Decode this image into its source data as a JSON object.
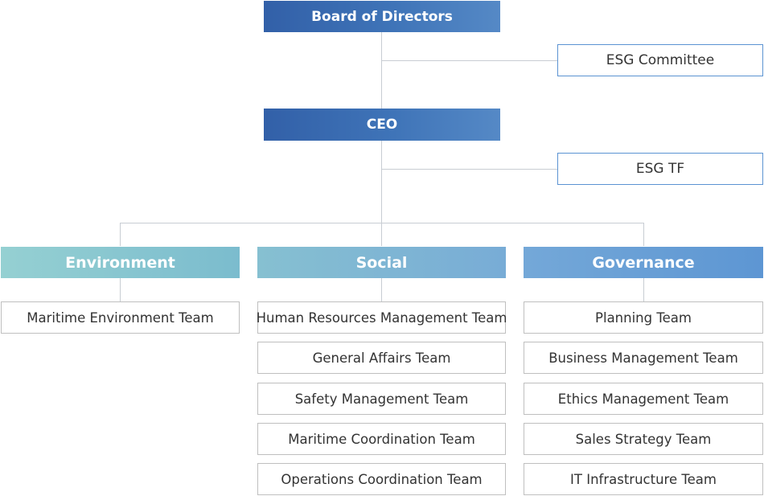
{
  "chart": {
    "board": "Board of Directors",
    "esg_committee": "ESG Committee",
    "ceo": "CEO",
    "esg_tf": "ESG TF",
    "categories": [
      {
        "label": "Environment",
        "teams": [
          "Maritime Environment Team"
        ]
      },
      {
        "label": "Social",
        "teams": [
          "Human Resources Management Team",
          "General Affairs Team",
          "Safety Management Team",
          "Maritime Coordination Team",
          "Operations Coordination Team"
        ]
      },
      {
        "label": "Governance",
        "teams": [
          "Planning Team",
          "Business Management Team",
          "Ethics Management Team",
          "Sales Strategy Team",
          "IT Infrastructure Team"
        ]
      }
    ]
  },
  "colors": {
    "top_box": "#3a6db3",
    "side_box_border": "#5b93d2",
    "environment": "#88c6d0",
    "social": "#7db6d4",
    "governance": "#68a0d6",
    "team_border": "#bfbfbf",
    "connector": "#c8cdd3"
  }
}
